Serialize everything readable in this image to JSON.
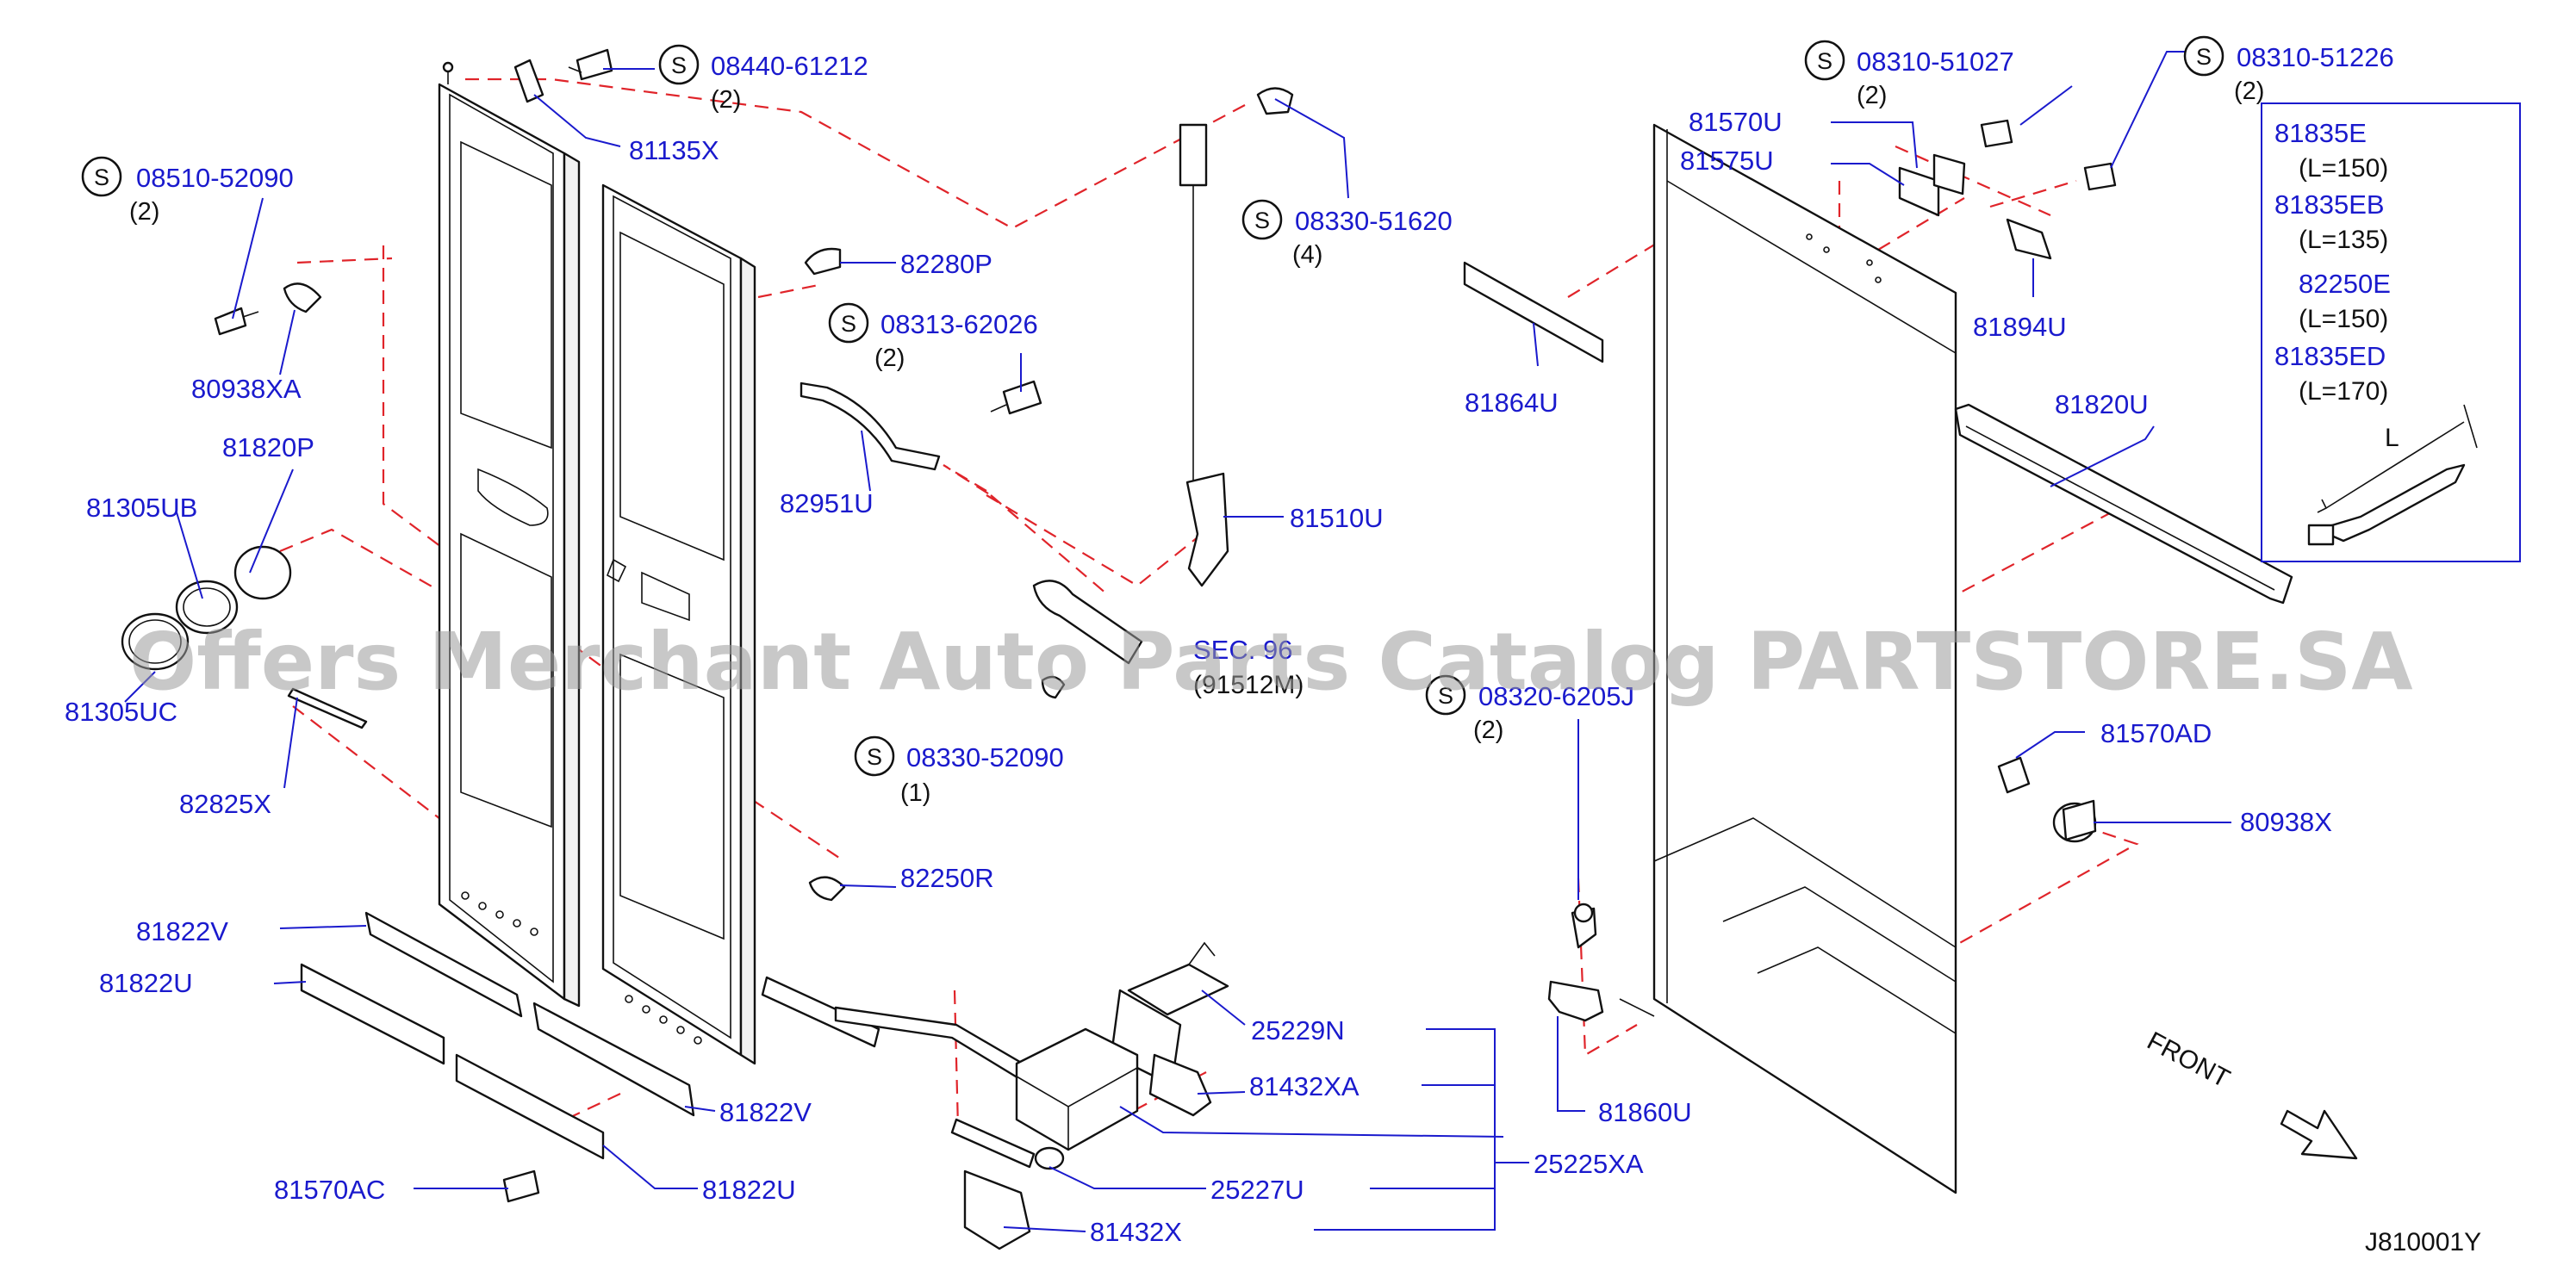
{
  "diagram": {
    "colors": {
      "part_label": "#1a1acd",
      "dash_line": "#e0242a",
      "ink": "#111111",
      "watermark": "#9a9a9a"
    },
    "watermark": "Offers Merchant Auto Parts Catalog PARTSTORE.SA",
    "front_label": "FRONT",
    "figure_code": "J810001Y",
    "screws": [
      {
        "id": "s1",
        "symbol": "S",
        "part": "08440-61212",
        "qty": "(2)"
      },
      {
        "id": "s2",
        "symbol": "S",
        "part": "08510-52090",
        "qty": "(2)"
      },
      {
        "id": "s3",
        "symbol": "S",
        "part": "08330-51620",
        "qty": "(4)"
      },
      {
        "id": "s4",
        "symbol": "S",
        "part": "08313-62026",
        "qty": "(2)"
      },
      {
        "id": "s5",
        "symbol": "S",
        "part": "08330-52090",
        "qty": "(1)"
      },
      {
        "id": "s6",
        "symbol": "S",
        "part": "08310-51027",
        "qty": "(2)"
      },
      {
        "id": "s7",
        "symbol": "S",
        "part": "08310-51226",
        "qty": "(2)"
      },
      {
        "id": "s8",
        "symbol": "S",
        "part": "08320-6205J",
        "qty": "(2)"
      }
    ],
    "parts": {
      "p81135X": "81135X",
      "p82280P": "82280P",
      "p80938XA": "80938XA",
      "p81820P": "81820P",
      "p81305UB": "81305UB",
      "p81305UC": "81305UC",
      "p82825X": "82825X",
      "p82951U": "82951U",
      "p81510U": "81510U",
      "p82250R": "82250R",
      "p81822V_a": "81822V",
      "p81822U_a": "81822U",
      "p81822V_b": "81822V",
      "p81822U_b": "81822U",
      "p81570AC": "81570AC",
      "p25229N": "25229N",
      "p81432XA": "81432XA",
      "p25227U": "25227U",
      "p81432X": "81432X",
      "p25225XA": "25225XA",
      "p81570U": "81570U",
      "p81575U": "81575U",
      "p81864U": "81864U",
      "p81894U": "81894U",
      "p81820U": "81820U",
      "p81570AD": "81570AD",
      "p80938X": "80938X",
      "p81860U": "81860U",
      "sec_ref_a": "SEC. 96",
      "sec_ref_b": "(91512M)"
    },
    "legend": [
      {
        "part": "81835E",
        "len": "(L=150)"
      },
      {
        "part": "81835EB",
        "len": "(L=135)"
      },
      {
        "part": "82250E",
        "len": "(L=150)"
      },
      {
        "part": "81835ED",
        "len": "(L=170)"
      }
    ],
    "legend_dim": "L"
  }
}
